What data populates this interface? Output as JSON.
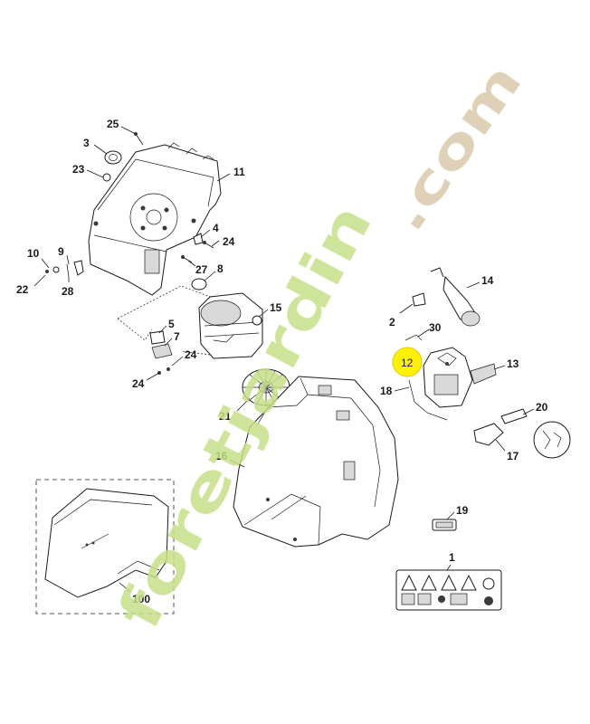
{
  "highlight_color": "#fff200",
  "watermark": {
    "text_main": "foretjardin",
    "text_com": ".com",
    "color_orange": "#f7a23a",
    "color_green": "#c7e08a",
    "color_tan": "#d9c9aa"
  },
  "parts": [
    {
      "id": "p25",
      "label": "25"
    },
    {
      "id": "p3",
      "label": "3"
    },
    {
      "id": "p23",
      "label": "23"
    },
    {
      "id": "p11",
      "label": "11"
    },
    {
      "id": "p4",
      "label": "4"
    },
    {
      "id": "p24a",
      "label": "24"
    },
    {
      "id": "p27",
      "label": "27"
    },
    {
      "id": "p8",
      "label": "8"
    },
    {
      "id": "p10",
      "label": "10"
    },
    {
      "id": "p9",
      "label": "9"
    },
    {
      "id": "p22",
      "label": "22"
    },
    {
      "id": "p28",
      "label": "28"
    },
    {
      "id": "p15",
      "label": "15"
    },
    {
      "id": "p5",
      "label": "5"
    },
    {
      "id": "p7",
      "label": "7"
    },
    {
      "id": "p24b",
      "label": "24"
    },
    {
      "id": "p24c",
      "label": "24"
    },
    {
      "id": "p21",
      "label": "21"
    },
    {
      "id": "p14",
      "label": "14"
    },
    {
      "id": "p2",
      "label": "2"
    },
    {
      "id": "p30",
      "label": "30"
    },
    {
      "id": "p12",
      "label": "12"
    },
    {
      "id": "p13",
      "label": "13"
    },
    {
      "id": "p18",
      "label": "18"
    },
    {
      "id": "p20",
      "label": "20"
    },
    {
      "id": "p17",
      "label": "17"
    },
    {
      "id": "p16",
      "label": "16"
    },
    {
      "id": "p19",
      "label": "19"
    },
    {
      "id": "p1",
      "label": "1"
    },
    {
      "id": "p100",
      "label": "100"
    }
  ]
}
